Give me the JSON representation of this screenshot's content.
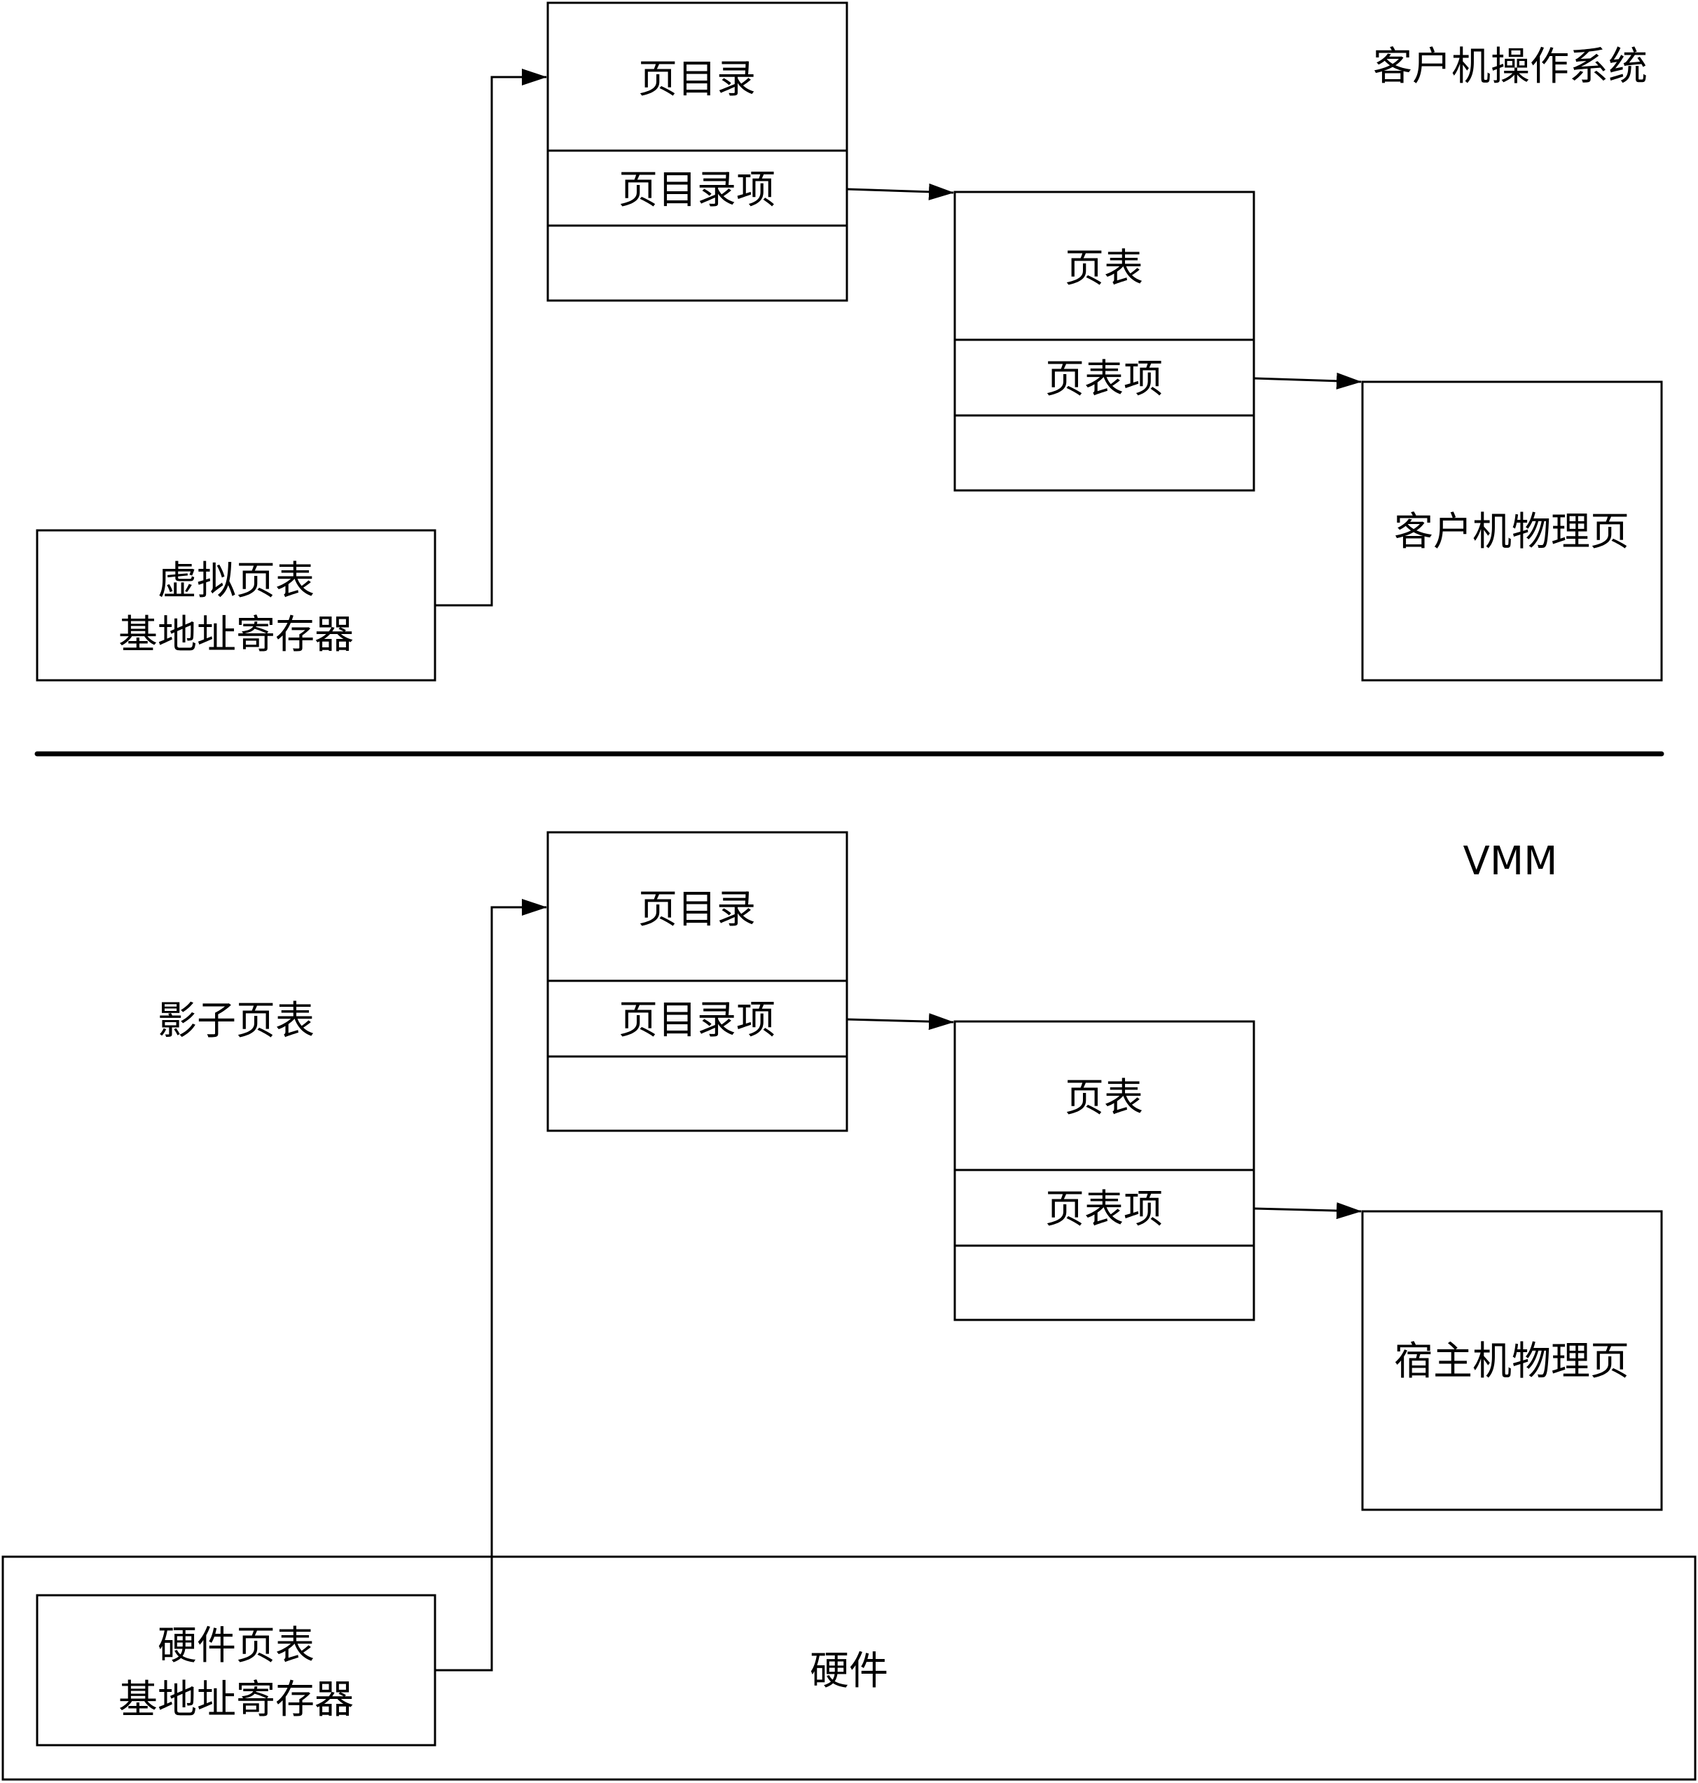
{
  "guest_section": {
    "title": "客户机操作系统",
    "base_register": {
      "line1": "虚拟页表",
      "line2": "基地址寄存器"
    },
    "page_directory": {
      "title": "页目录",
      "entry": "页目录项"
    },
    "page_table": {
      "title": "页表",
      "entry": "页表项"
    },
    "physical_page": "客户机物理页"
  },
  "vmm_section": {
    "title": "VMM",
    "shadow_label": "影子页表",
    "base_register": {
      "line1": "硬件页表",
      "line2": "基地址寄存器"
    },
    "page_directory": {
      "title": "页目录",
      "entry": "页目录项"
    },
    "page_table": {
      "title": "页表",
      "entry": "页表项"
    },
    "physical_page": "宿主机物理页",
    "hardware_label": "硬件"
  }
}
